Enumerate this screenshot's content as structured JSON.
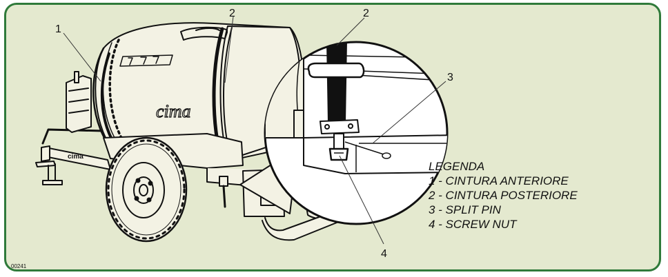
{
  "figure": {
    "code": "00241",
    "brand_logo": "cima",
    "frame_color": "#2f7a3a",
    "background_color": "#e4e9cf",
    "tank_color": "#f3f2e4"
  },
  "callouts": [
    "1",
    "2",
    "2",
    "3",
    "4"
  ],
  "legend": {
    "title": "LEGENDA",
    "items": [
      "1 - CINTURA ANTERIORE",
      "2 - CINTURA POSTERIORE",
      "3 - SPLIT PIN",
      "4 - SCREW NUT"
    ]
  }
}
